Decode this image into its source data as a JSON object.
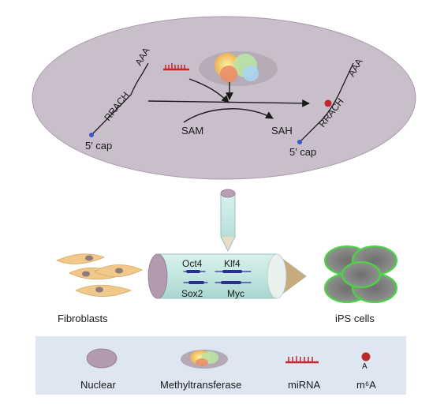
{
  "mechanism": {
    "left_strand": {
      "cap": "5′ cap",
      "motif": "RRACH",
      "tail": "AAA"
    },
    "right_strand": {
      "cap": "5′ cap",
      "motif": "RRACH",
      "tail": "AAA"
    },
    "cofactor_in": "SAM",
    "cofactor_out": "SAH"
  },
  "reprogramming": {
    "source": "Fibroblasts",
    "result": "iPS cells",
    "factors": [
      "Oct4",
      "Klf4",
      "Sox2",
      "Myc"
    ]
  },
  "legend": {
    "items": [
      {
        "icon": "nucleus-icon",
        "label": "Nuclear"
      },
      {
        "icon": "methyltransferase-icon",
        "label": "Methyltransferase"
      },
      {
        "icon": "mirna-icon",
        "label": "miRNA"
      },
      {
        "icon": "m6a-icon",
        "label": "m⁶A"
      }
    ]
  },
  "colors": {
    "nucleus": "#c9bfcb",
    "legend_band": "#dde6f1",
    "syringe_barrel": "#c4e7e2",
    "mirna": "#c3262c",
    "m6a": "#c0272d",
    "cell": "#efc88a",
    "ips": "#4fd24a",
    "gene_bar": "#2b2f91"
  }
}
